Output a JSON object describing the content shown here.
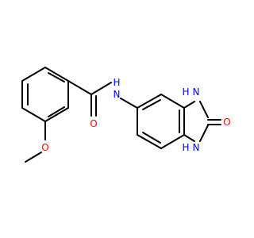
{
  "molecule": {
    "atoms": [
      {
        "id": "o_methoxy",
        "label": "O",
        "color": "#ff0000"
      },
      {
        "id": "o_carbonyl",
        "label": "O",
        "color": "#ff0000"
      },
      {
        "id": "n_amide",
        "label": "N",
        "sub_label": "H",
        "color": "#0000ff"
      },
      {
        "id": "n_ring_top",
        "label": "N",
        "sub_label": "H",
        "color": "#0000ff"
      },
      {
        "id": "n_ring_bottom",
        "label": "N",
        "sub_label": "H",
        "color": "#0000ff"
      },
      {
        "id": "o_ring",
        "label": "O",
        "color": "#ff0000"
      }
    ]
  }
}
